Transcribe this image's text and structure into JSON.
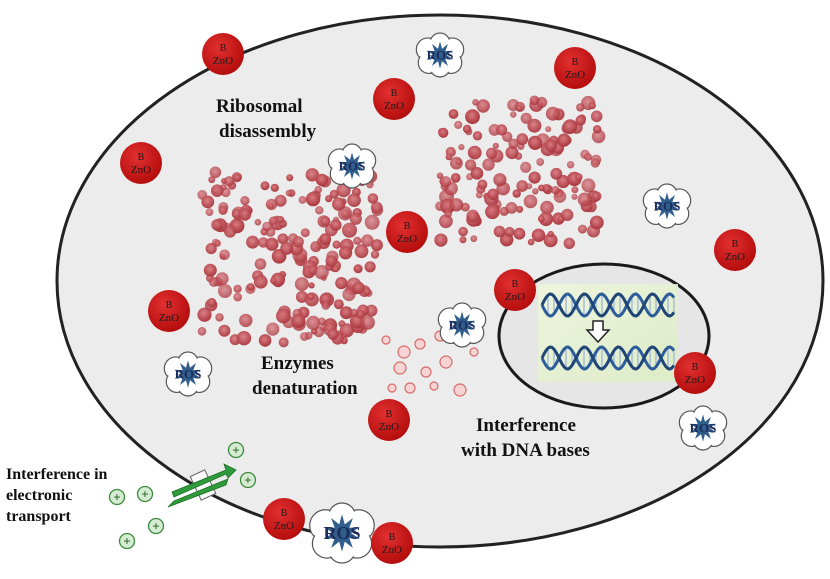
{
  "labels": {
    "ribosomal_line1": "Ribosomal",
    "ribosomal_line2": "disassembly",
    "enzymes_line1": "Enzymes",
    "enzymes_line2": "denaturation",
    "dna_line1": "Interference",
    "dna_line2": "with DNA bases",
    "transport_line1": "Interference in",
    "transport_line2": "electronic",
    "transport_line3": "transport"
  },
  "nanoparticle": {
    "dopant": "B",
    "oxide": "ZnO"
  },
  "ros": {
    "label": "ROS"
  },
  "ion": {
    "symbol": "+"
  },
  "colors": {
    "cell_fill": "#ececec",
    "cell_border": "#222222",
    "nucleus_fill": "#e9e9e9",
    "nanoparticle": "#cc1212",
    "ribosome": "#b5454b",
    "ros_star": "#2f5d8c",
    "ion_fill": "#d6ecd2",
    "ion_border": "#3c8a3c",
    "channel": "#2e9a3a"
  }
}
